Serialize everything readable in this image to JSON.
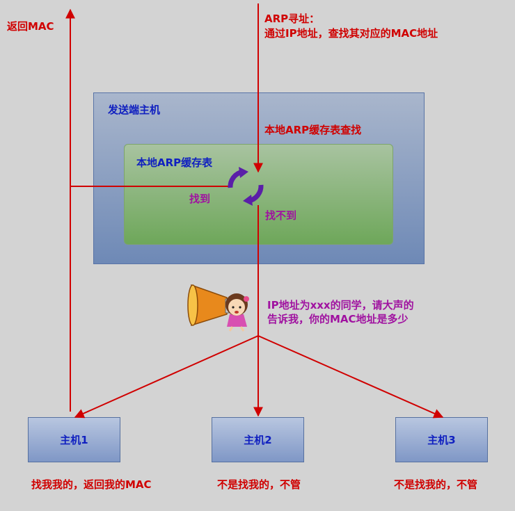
{
  "labels": {
    "return_mac": "返回MAC",
    "arp_title": "ARP寻址：",
    "arp_desc": "通过IP地址，查找其对应的MAC地址",
    "sender_host": "发送端主机",
    "local_lookup": "本地ARP缓存表查找",
    "local_cache": "本地ARP缓存表",
    "found": "找到",
    "not_found": "找不到",
    "broadcast_line1": "IP地址为xxx的同学，请大声的",
    "broadcast_line2": "告诉我，你的MAC地址是多少"
  },
  "hosts": [
    {
      "name": "主机1",
      "reply": "找我我的，返回我的MAC"
    },
    {
      "name": "主机2",
      "reply": "不是找我的，不管"
    },
    {
      "name": "主机3",
      "reply": "不是找我的，不管"
    }
  ],
  "colors": {
    "arrow": "#d00000",
    "cycle_icon": "#5a1fa8",
    "background": "#d3d3d3"
  },
  "icons": [
    "cycle-icon",
    "megaphone-girl-icon"
  ]
}
